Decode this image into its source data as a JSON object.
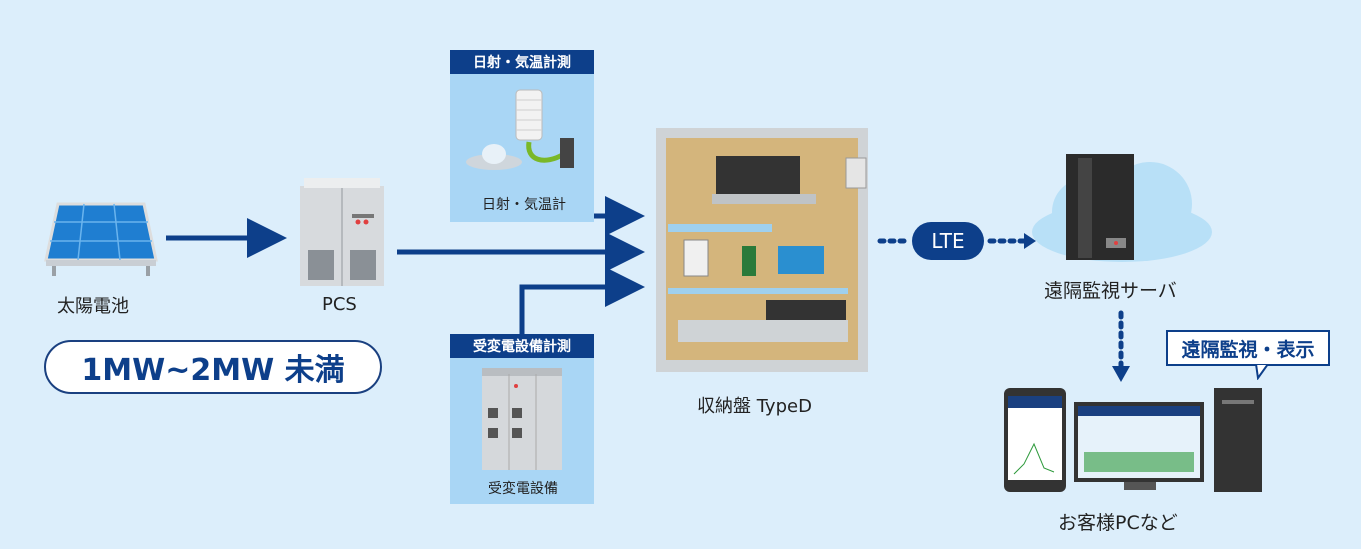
{
  "labels": {
    "solar": "太陽電池",
    "pcs": "PCS",
    "capacity": "1MW~2MW 未満",
    "weather_header": "日射・気温計測",
    "weather_device": "日射・気温計",
    "substation_header": "受変電設備計測",
    "substation_device": "受変電設備",
    "cabinet": "収納盤 TypeD",
    "lte": "LTE",
    "server": "遠隔監視サーバ",
    "remote_display": "遠隔監視・表示",
    "customer_pc": "お客様PCなど"
  },
  "colors": {
    "background": "#dceefb",
    "accent": "#0d3f8a",
    "box_fill": "#a9d6f5"
  }
}
